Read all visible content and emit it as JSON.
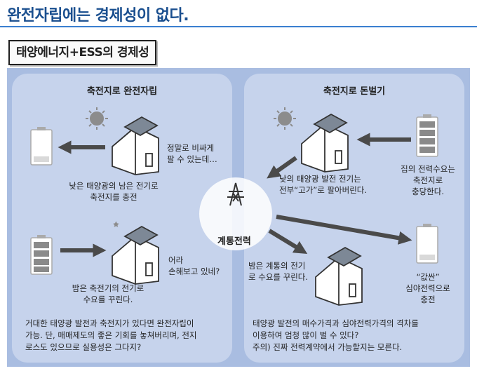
{
  "page": {
    "title": "완전자립에는 경제성이 없다.",
    "subtitle": "태양에너지+ESS의 경제성"
  },
  "left_panel": {
    "heading": "축전지로 완전자립",
    "house1_caption_l1": "정말로 비싸게",
    "house1_caption_l2": "팔 수 있는데…",
    "charge_caption_l1": "낮은 태양광의 남은 전기로",
    "charge_caption_l2": "축전지를 충전",
    "house2_caption_l1": "어라",
    "house2_caption_l2": "손해보고 있네?",
    "night_caption_l1": "밤은 축전기의 전기로",
    "night_caption_l2": "수요를 꾸린다.",
    "footer_l1": "거대한 태양광 발전과 축전지가 있다면 완전자립이",
    "footer_l2": "가능. 단, 매매제도의 좋은 기회를 놓쳐버리며, 전지",
    "footer_l3": "로스도 있으므로 실용성은 그다지?"
  },
  "right_panel": {
    "heading": "축전지로 돈벌기",
    "sell_caption_l1": "낮의 태양광 발전 전기는",
    "sell_caption_l2": "전부“고가”로 팔아버린다.",
    "battery_caption_l1": "집의 전력수요는",
    "battery_caption_l2": "축전지로",
    "battery_caption_l3": "충당한다.",
    "night_caption_l1": "밤은 계통의 전기",
    "night_caption_l2": "로 수요를 꾸린다.",
    "cheap_caption_l1": "“값싼”",
    "cheap_caption_l2": "심야전력으로",
    "cheap_caption_l3": "충전",
    "footer_l1": "태양광 발전의 매수가격과 심야전력가격의 격차를",
    "footer_l2": "이용하여 엄청 많이 벌 수 있다?",
    "footer_l3": "주의) 진짜 전력계약에서 가능할지는 모른다."
  },
  "grid": {
    "label": "계통전력"
  },
  "colors": {
    "title": "#1a4f8f",
    "rule": "#3a7fd0",
    "figure_bg": "#a9bde1",
    "panel_bg": "#c6d3ec",
    "arrow": "#4a4a4a",
    "sun": "#8c8c8c",
    "battery_empty": "#d9d9d9",
    "battery_full": "#8a8a8a"
  }
}
